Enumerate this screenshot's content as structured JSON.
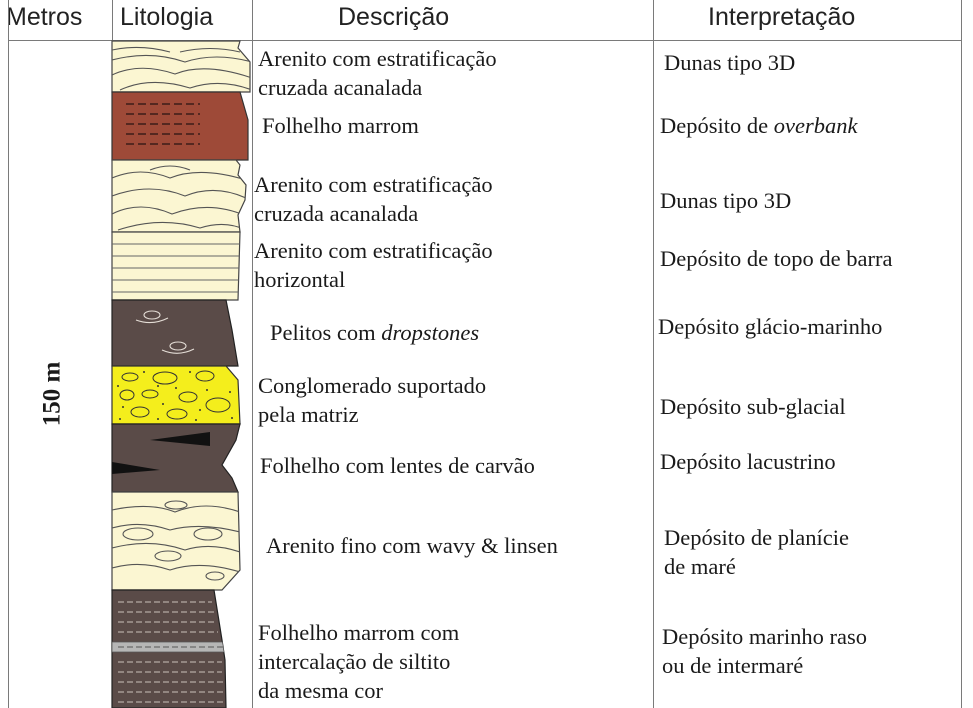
{
  "headers": {
    "metros": "Metros",
    "litologia": "Litologia",
    "descricao": "Descrição",
    "interpretacao": "Interpretação"
  },
  "thickness_label": "150 m",
  "colors": {
    "sandstone": "#fbf6d2",
    "brown_shale": "#9e4a38",
    "dark_mudstone": "#5a4b48",
    "conglomerate": "#f4ee1c",
    "siltstone_lens": "#b6b6b6",
    "coal": "#111111"
  },
  "units": [
    {
      "lithology": "sandstone-trough-cross",
      "description": "Arenito com estratificação\ncruzada acanalada",
      "interpretation": {
        "text": "Dunas tipo 3D"
      }
    },
    {
      "lithology": "brown-shale",
      "description": "Folhelho marrom",
      "interpretation": {
        "text": "Depósito de ",
        "italic": "overbank"
      }
    },
    {
      "lithology": "sandstone-trough-cross",
      "description": "Arenito com estratificação\ncruzada acanalada",
      "interpretation": {
        "text": "Dunas tipo 3D"
      }
    },
    {
      "lithology": "sandstone-horizontal",
      "description": "Arenito com estratificação\nhorizontal",
      "interpretation": {
        "text": "Depósito de topo de barra"
      }
    },
    {
      "lithology": "mudstone-dropstones",
      "description": {
        "text": "Pelitos com ",
        "italic": "dropstones"
      },
      "interpretation": {
        "text": "Depósito glácio-marinho"
      }
    },
    {
      "lithology": "matrix-supported-conglomerate",
      "description": "Conglomerado suportado\n pela matriz",
      "interpretation": {
        "text": "Depósito sub-glacial"
      }
    },
    {
      "lithology": "shale-coal-lenses",
      "description": "Folhelho com lentes de carvão",
      "interpretation": {
        "text": "Depósito lacustrino"
      }
    },
    {
      "lithology": "fine-sandstone-wavy-linsen",
      "description": "Arenito fino com wavy & linsen",
      "interpretation": {
        "text": "Depósito de planície\nde maré"
      }
    },
    {
      "lithology": "brown-shale-silt-intercalation",
      "description": "Folhelho marrom com\nintercalação de siltito\nda mesma cor",
      "interpretation": {
        "text": "Depósito marinho raso\nou de intermaré"
      }
    }
  ]
}
